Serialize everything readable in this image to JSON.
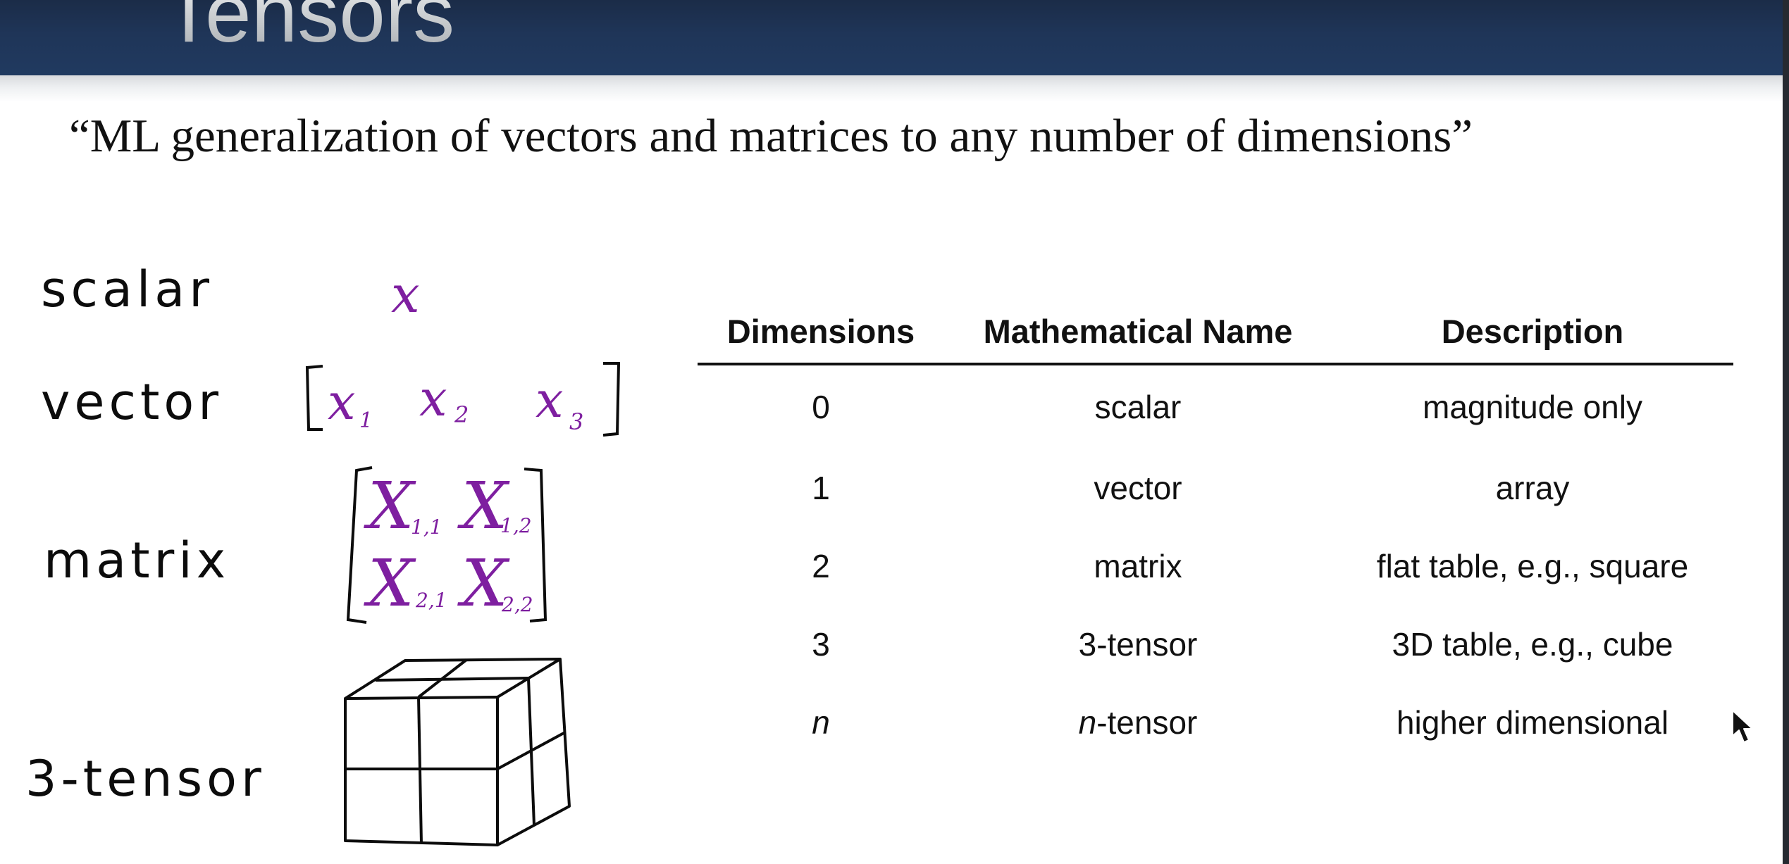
{
  "slide": {
    "title": "Tensors",
    "quote": "“ML generalization of vectors and matrices to any number of dimensions”"
  },
  "handwriting": {
    "labels": {
      "scalar": "scalar",
      "vector": "vector",
      "matrix": "matrix",
      "tensor": "3-tensor"
    },
    "scalar_symbol": "x",
    "vector_entries": [
      {
        "base": "x",
        "sub": "1"
      },
      {
        "base": "x",
        "sub": "2"
      },
      {
        "base": "x",
        "sub": "3"
      }
    ],
    "matrix_entries": [
      {
        "base": "X",
        "sub": "1,1"
      },
      {
        "base": "X",
        "sub": "1,2"
      },
      {
        "base": "X",
        "sub": "2,1"
      },
      {
        "base": "X",
        "sub": "2,2"
      }
    ]
  },
  "table": {
    "headers": [
      "Dimensions",
      "Mathematical Name",
      "Description"
    ],
    "rows": [
      {
        "dimensions": "0",
        "name_prefix": "",
        "name_rest": "scalar",
        "description": "magnitude only"
      },
      {
        "dimensions": "1",
        "name_prefix": "",
        "name_rest": "vector",
        "description": "array"
      },
      {
        "dimensions": "2",
        "name_prefix": "",
        "name_rest": "matrix",
        "description": "flat table, e.g., square"
      },
      {
        "dimensions": "3",
        "name_prefix": "",
        "name_rest": "3-tensor",
        "description": "3D table, e.g., cube"
      },
      {
        "dimensions": "n",
        "name_prefix": "n",
        "name_rest": "-tensor",
        "description": "higher dimensional"
      }
    ]
  },
  "colors": {
    "title_bar": "#1f3558",
    "handwriting_ink": "#0c0c0c",
    "math_ink": "#7e1fa0",
    "text": "#111111"
  },
  "icons": [
    "mouse-cursor-icon"
  ]
}
